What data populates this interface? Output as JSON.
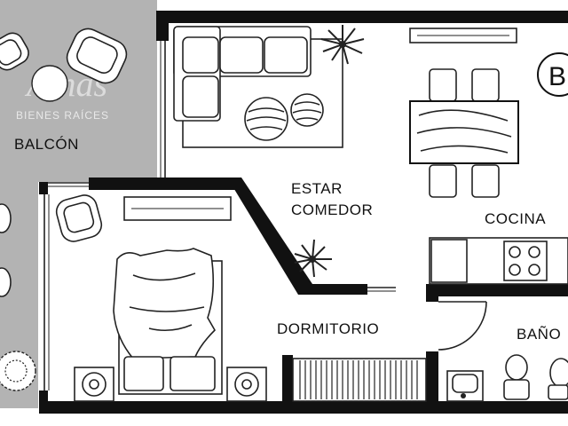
{
  "plan": {
    "unit_badge": "B",
    "rooms": {
      "balcony": "BALCÓN",
      "living_line1": "ESTAR",
      "living_line2": "COMEDOR",
      "kitchen": "COCINA",
      "bedroom": "DORMITORIO",
      "bathroom": "BAÑO"
    },
    "watermark": {
      "brand": "Ainas",
      "tagline": "BIENES RAÍCES"
    }
  },
  "colors": {
    "wall": "#111111",
    "balcony_fill": "#b3b3b3",
    "line": "#222222",
    "background": "#ffffff"
  }
}
